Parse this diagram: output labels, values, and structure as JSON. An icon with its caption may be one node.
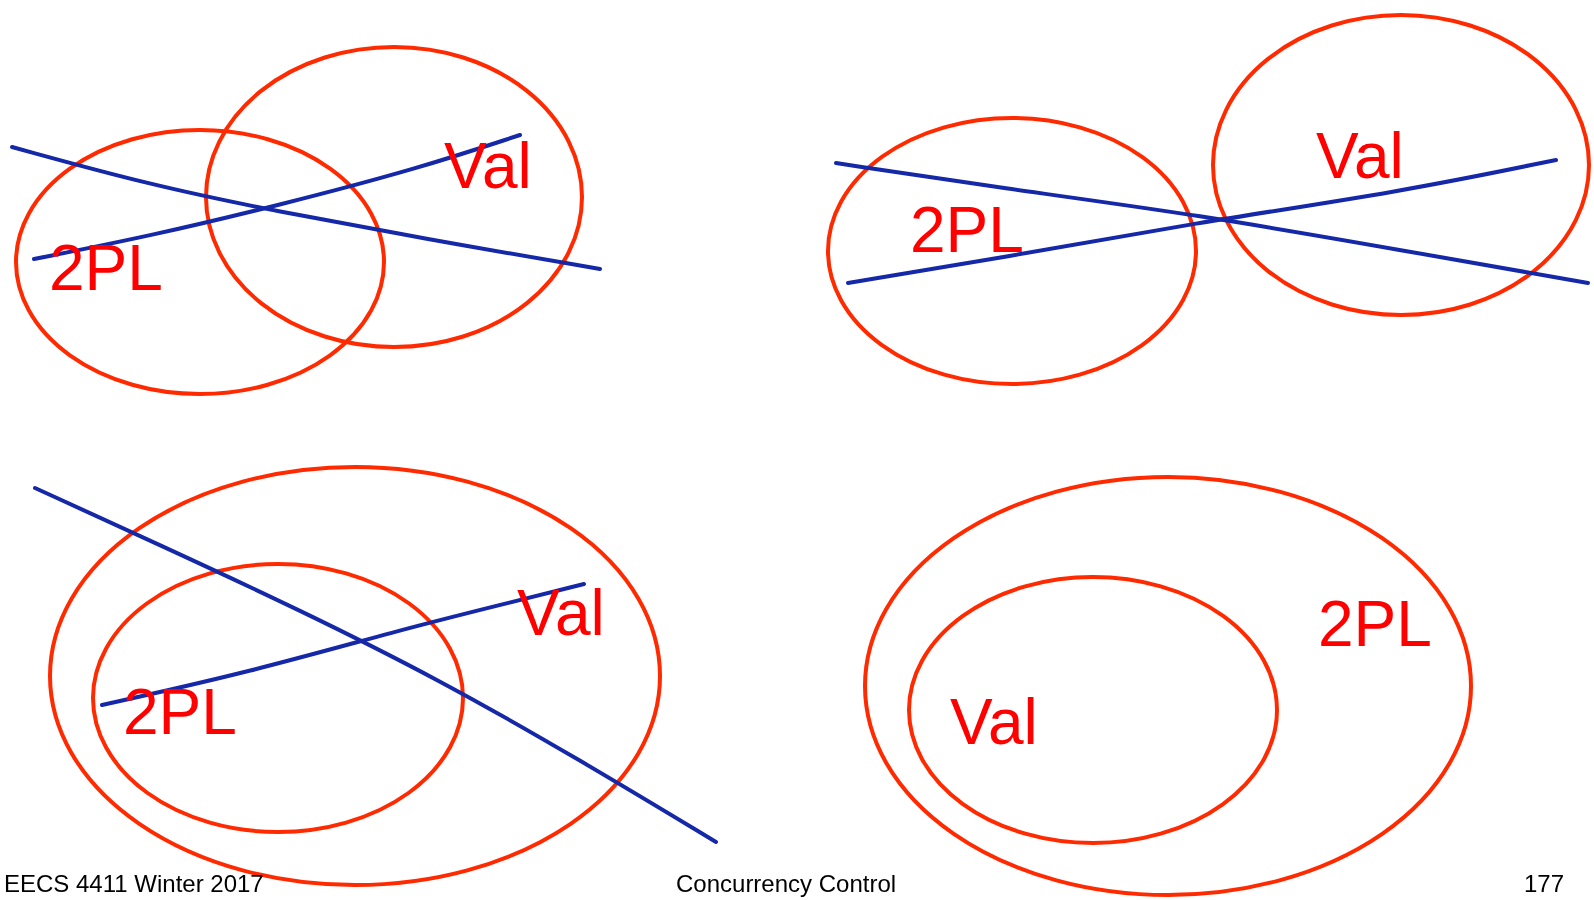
{
  "diagram": {
    "nodes": [
      {
        "text": [
          "2PL"
        ]
      },
      {
        "text": [
          "Val"
        ]
      },
      {
        "text": [
          "2PL"
        ]
      },
      {
        "text": [
          "Val"
        ]
      },
      {
        "text": [
          "Val"
        ]
      },
      {
        "text": [
          "2PL"
        ],
        "in": 4
      },
      {
        "text": [
          "2PL"
        ]
      },
      {
        "text": [
          "Val"
        ],
        "in": 6
      }
    ],
    "labels": [
      "EECS 4411 Winter 2017",
      "Concurrency Control",
      "177"
    ]
  }
}
